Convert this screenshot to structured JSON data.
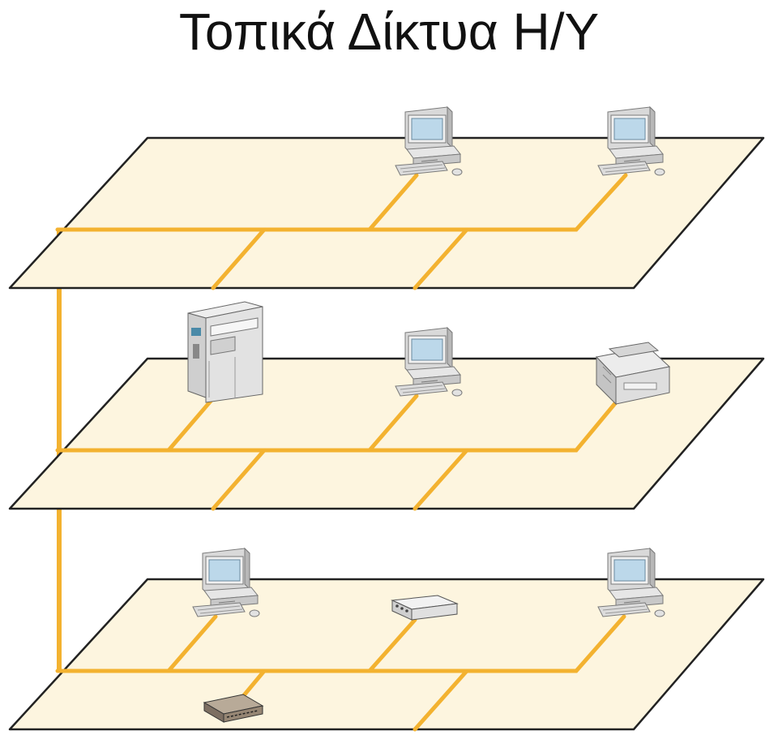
{
  "title": "Τοπικά Δίκτυα Η/Υ",
  "colors": {
    "floor_fill": "#fdf5df",
    "floor_edge": "#222222",
    "cable": "#f3b230",
    "monitor_body": "#e4e4e4",
    "screen": "#bcd8ea"
  },
  "floors": [
    {
      "level": "top",
      "devices": [
        "pc-icon",
        "pc-icon"
      ]
    },
    {
      "level": "middle",
      "devices": [
        "server-icon",
        "pc-icon",
        "printer-icon"
      ]
    },
    {
      "level": "bottom",
      "devices": [
        "pc-icon",
        "hub-icon",
        "pc-icon",
        "modem-icon"
      ]
    }
  ]
}
